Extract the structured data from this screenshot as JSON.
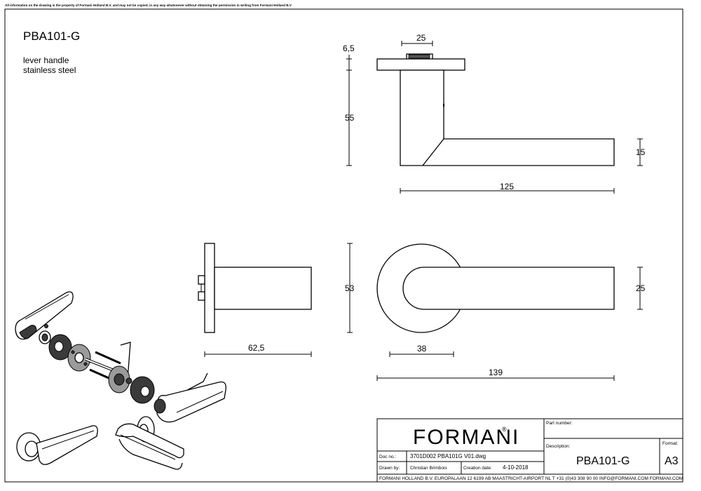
{
  "disclaimer": "All information on the drawing is the property of Formani Holland B.V. and may not be copied, in any way whatsoever without obtaining the permission in writing from Formani Holland B.V",
  "product": {
    "code": "PBA101-G",
    "line1": "lever handle",
    "line2": "stainless steel"
  },
  "dimensions": {
    "top_rose_width": "25",
    "rose_thickness": "6,5",
    "height": "55",
    "lever_thickness": "15",
    "lever_length": "125",
    "side_depth": "62,5",
    "rose_diameter": "53",
    "front_lever_height": "25",
    "bend_radius": "38",
    "total_length": "139"
  },
  "title_block": {
    "brand": "FORMANI",
    "registered_mark": "®",
    "part_number_label": "Part number:",
    "part_number_value": "",
    "description_label": "Description:",
    "description_value": "PBA101-G",
    "format_label": "Format:",
    "format_value": "A3",
    "doc_no_label": "Doc no.:",
    "doc_no_value": "3701D002 PBA101G V01.dwg",
    "drawn_by_label": "Drawn by:",
    "drawn_by_value": "Christian Brimbois",
    "creation_date_label": "Creation date:",
    "creation_date_value": "4-10-2018",
    "address": "FORMANI HOLLAND B.V.  EUROPALAAN 12  6199 AB MAASTRICHT-AIRPORT NL  T +31 (0)43 308 90 00 INFO@FORMANI.COM FORMANI.COM"
  }
}
